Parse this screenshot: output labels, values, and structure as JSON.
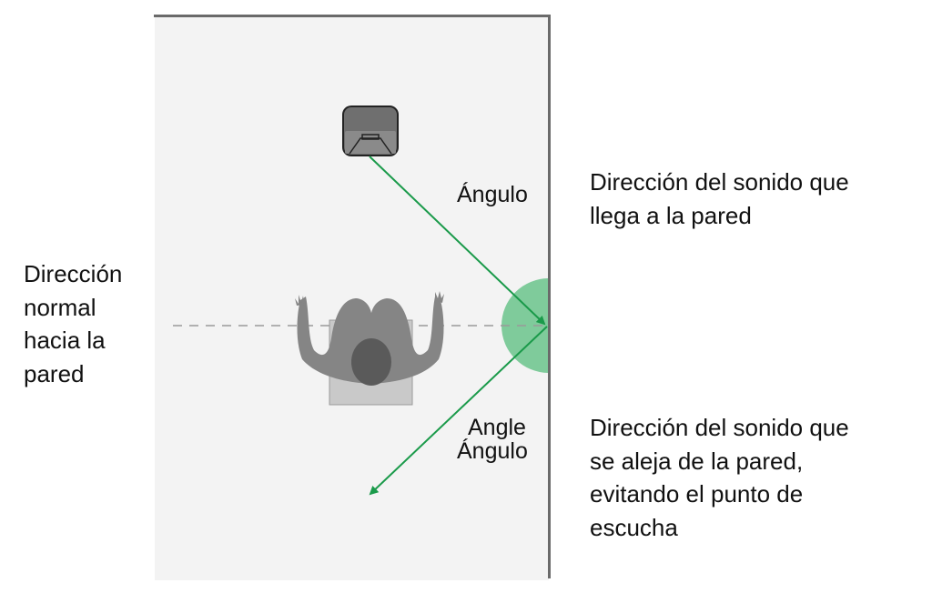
{
  "labels": {
    "left": [
      "Dirección",
      "normal",
      "hacia la",
      "pared"
    ],
    "right_top": [
      "Dirección del sonido que",
      "llega a la pared"
    ],
    "right_bottom": [
      "Dirección del sonido que",
      "se aleja de la pared,",
      "evitando el punto de",
      "escucha"
    ],
    "angle_top": "Ángulo",
    "angle_bottom_en": "Angle",
    "angle_bottom_es": "Ángulo"
  },
  "colors": {
    "room": "#f3f3f3",
    "wall": "#6a6a6a",
    "arrow": "#1a9a4a",
    "angle_fill": "#7fcb9b",
    "person": "#858585",
    "head": "#5a5a5a",
    "chair": "#c9c9c9"
  }
}
